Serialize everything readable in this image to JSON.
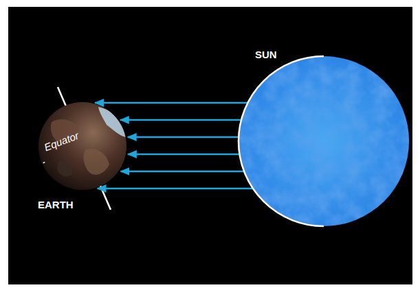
{
  "diagram": {
    "nodes": [
      {
        "text": [
          "Equator",
          "EARTH"
        ]
      },
      {
        "text": [
          "SUN"
        ]
      }
    ],
    "edges": [
      {
        "from": 1,
        "to": 0,
        "arrow": "to"
      },
      {
        "from": 1,
        "to": 0,
        "arrow": "to"
      },
      {
        "from": 1,
        "to": 0,
        "arrow": "to"
      },
      {
        "from": 1,
        "to": 0,
        "arrow": "to"
      },
      {
        "from": 1,
        "to": 0,
        "arrow": "to"
      },
      {
        "from": 1,
        "to": 0,
        "arrow": "to"
      }
    ]
  }
}
